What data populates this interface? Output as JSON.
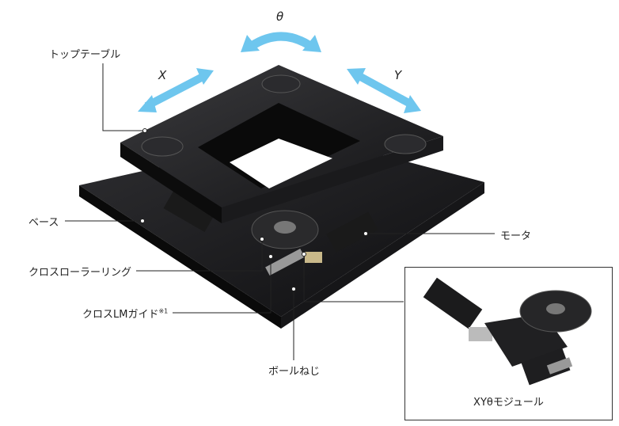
{
  "axes": {
    "x": "X",
    "y": "Y",
    "theta": "θ"
  },
  "labels": {
    "top_table": "トップテーブル",
    "base": "ベース",
    "cross_roller_ring": "クロスローラーリング",
    "cross_lm_guide": "クロスLMガイド",
    "cross_lm_guide_note": "※1",
    "ball_screw": "ボールねじ",
    "motor": "モータ"
  },
  "inset": {
    "caption": "XYθモジュール"
  },
  "colors": {
    "arrow": "#6ec6ee",
    "body": "#1c1c1e",
    "line": "#222222"
  }
}
